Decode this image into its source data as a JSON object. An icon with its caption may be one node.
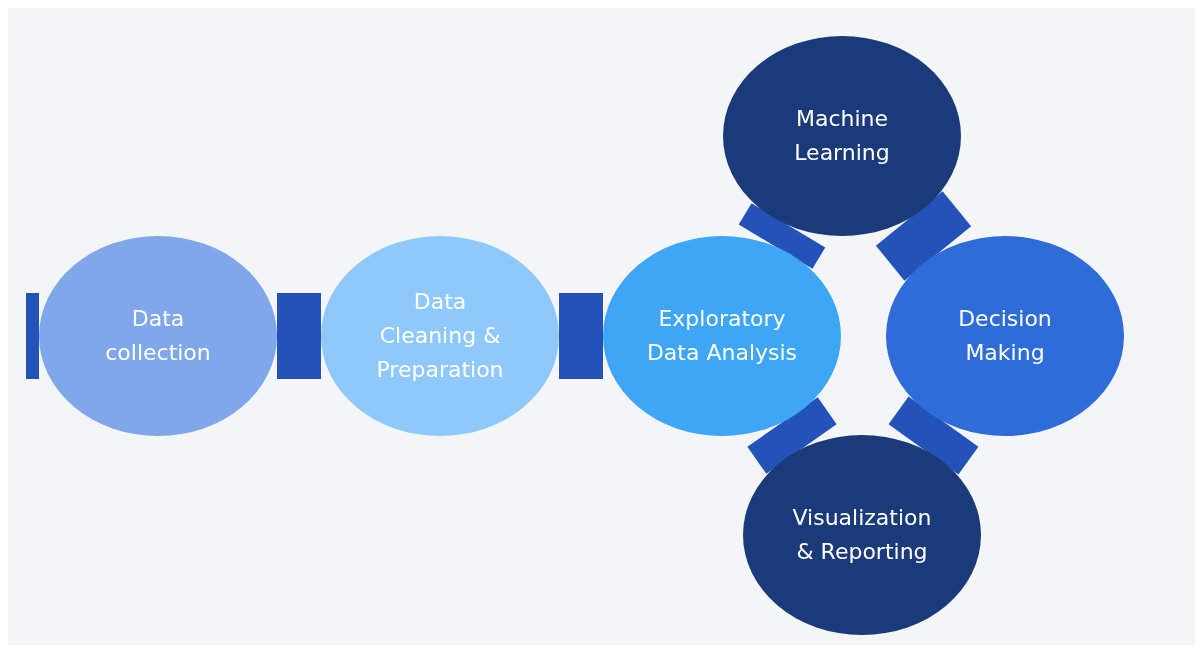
{
  "diagram": {
    "nodes": [
      {
        "text": [
          "Data collection"
        ]
      },
      {
        "text": [
          "Data Cleaning & Preparation"
        ]
      },
      {
        "text": [
          "Exploratory Data Analysis"
        ]
      },
      {
        "text": [
          "Machine Learning"
        ]
      },
      {
        "text": [
          "Decision Making"
        ]
      },
      {
        "text": [
          "Visualization & Reporting"
        ]
      }
    ],
    "edges": [
      {
        "from": null,
        "to": 0,
        "arrow": "none"
      },
      {
        "from": 0,
        "to": 1,
        "arrow": "none"
      },
      {
        "from": 1,
        "to": 2,
        "arrow": "none"
      },
      {
        "from": 2,
        "to": 3,
        "arrow": "none"
      },
      {
        "from": 2,
        "to": 5,
        "arrow": "none"
      },
      {
        "from": 3,
        "to": 4,
        "arrow": "none"
      },
      {
        "from": 5,
        "to": 4,
        "arrow": "none"
      }
    ]
  }
}
